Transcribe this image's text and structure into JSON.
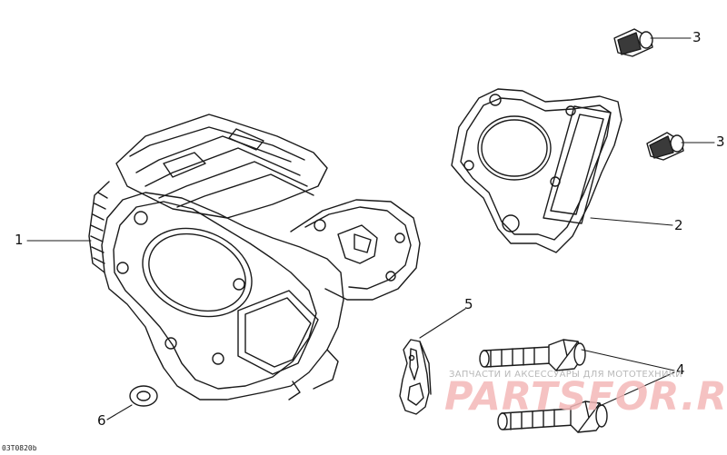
{
  "callouts": {
    "c1": "1",
    "c2": "2",
    "c3a": "3",
    "c3b": "3",
    "c4": "4",
    "c5": "5",
    "c6": "6"
  },
  "watermark": {
    "tagline": "ЗАПЧАСТИ И АКСЕССУАРЫ ДЛЯ МОТОТЕХНИКИ",
    "brand": "PARTSFOR.RU"
  },
  "drawing_code": "03T0820b",
  "colors": {
    "line": "#1a1a1a",
    "watermark_text": "#f4b8b8",
    "watermark_tagline": "#b9b9b9",
    "background": "#ffffff"
  }
}
